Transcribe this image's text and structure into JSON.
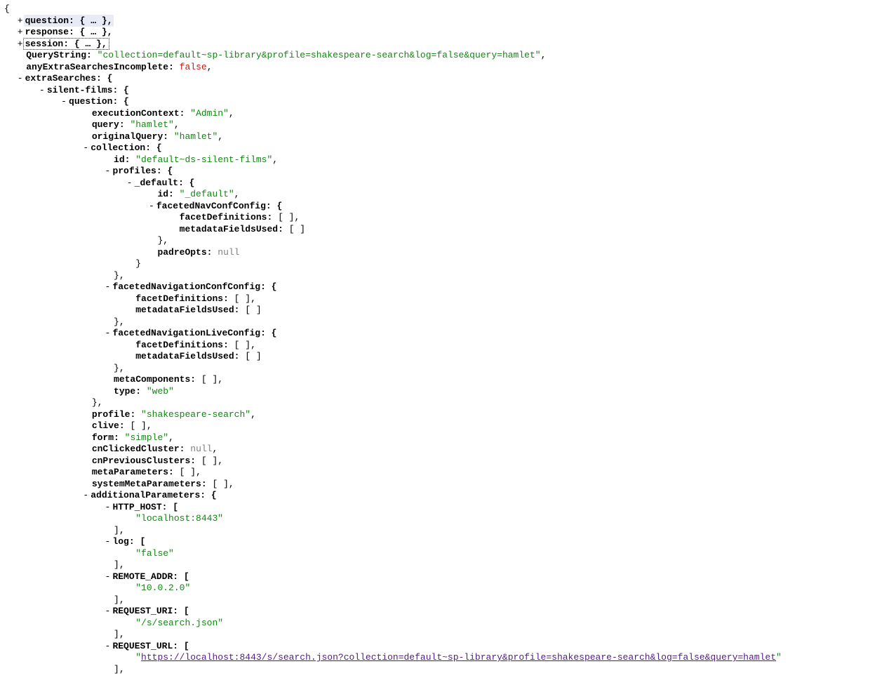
{
  "root": {
    "open": "{"
  },
  "collapsed": [
    {
      "toggle": "+",
      "key": "question",
      "value": "{ … },",
      "highlighted": true
    },
    {
      "toggle": "+",
      "key": "response",
      "value": "{ … },"
    },
    {
      "toggle": "+",
      "key": "session",
      "value": "{ … },",
      "focused": true
    }
  ],
  "top": {
    "QueryString": {
      "key": "QueryString",
      "value": "\"collection=default~sp-library&profile=shakespeare-search&log=false&query=hamlet\""
    },
    "anyExtraSearchesIncomplete": {
      "key": "anyExtraSearchesIncomplete",
      "value": "false"
    },
    "extraSearches": {
      "toggle": "-",
      "key": "extraSearches"
    }
  },
  "silentFilms": {
    "toggle": "-",
    "key": "silent-films",
    "question": {
      "toggle": "-",
      "key": "question",
      "executionContext": {
        "key": "executionContext",
        "value": "\"Admin\""
      },
      "query": {
        "key": "query",
        "value": "\"hamlet\""
      },
      "originalQuery": {
        "key": "originalQuery",
        "value": "\"hamlet\""
      },
      "collection": {
        "toggle": "-",
        "key": "collection",
        "id": {
          "key": "id",
          "value": "\"default~ds-silent-films\""
        },
        "profiles": {
          "toggle": "-",
          "key": "profiles",
          "_default": {
            "toggle": "-",
            "key": "_default",
            "id": {
              "key": "id",
              "value": "\"_default\""
            },
            "facetedNavConfConfig": {
              "toggle": "-",
              "key": "facetedNavConfConfig",
              "facetDefinitions": {
                "key": "facetDefinitions",
                "value": "[ ]"
              },
              "metadataFieldsUsed": {
                "key": "metadataFieldsUsed",
                "value": "[ ]"
              }
            },
            "padreOpts": {
              "key": "padreOpts",
              "value": "null"
            }
          }
        },
        "facetedNavigationConfConfig": {
          "toggle": "-",
          "key": "facetedNavigationConfConfig",
          "facetDefinitions": {
            "key": "facetDefinitions",
            "value": "[ ]"
          },
          "metadataFieldsUsed": {
            "key": "metadataFieldsUsed",
            "value": "[ ]"
          }
        },
        "facetedNavigationLiveConfig": {
          "toggle": "-",
          "key": "facetedNavigationLiveConfig",
          "facetDefinitions": {
            "key": "facetDefinitions",
            "value": "[ ]"
          },
          "metadataFieldsUsed": {
            "key": "metadataFieldsUsed",
            "value": "[ ]"
          }
        },
        "metaComponents": {
          "key": "metaComponents",
          "value": "[ ]"
        },
        "type": {
          "key": "type",
          "value": "\"web\""
        }
      },
      "profile": {
        "key": "profile",
        "value": "\"shakespeare-search\""
      },
      "clive": {
        "key": "clive",
        "value": "[ ]"
      },
      "form": {
        "key": "form",
        "value": "\"simple\""
      },
      "cnClickedCluster": {
        "key": "cnClickedCluster",
        "value": "null"
      },
      "cnPreviousClusters": {
        "key": "cnPreviousClusters",
        "value": "[ ]"
      },
      "metaParameters": {
        "key": "metaParameters",
        "value": "[ ]"
      },
      "systemMetaParameters": {
        "key": "systemMetaParameters",
        "value": "[ ]"
      },
      "additionalParameters": {
        "toggle": "-",
        "key": "additionalParameters",
        "HTTP_HOST": {
          "toggle": "-",
          "key": "HTTP_HOST",
          "value": "\"localhost:8443\""
        },
        "log": {
          "toggle": "-",
          "key": "log",
          "value": "\"false\""
        },
        "REMOTE_ADDR": {
          "toggle": "-",
          "key": "REMOTE_ADDR",
          "value": "\"10.0.2.0\""
        },
        "REQUEST_URI": {
          "toggle": "-",
          "key": "REQUEST_URI",
          "value": "\"/s/search.json\""
        },
        "REQUEST_URL": {
          "toggle": "-",
          "key": "REQUEST_URL",
          "link": "https://localhost:8443/s/search.json?collection=default~sp-library&profile=shakespeare-search&log=false&query=hamlet"
        }
      }
    }
  },
  "colors": {
    "string": "#118811",
    "boolean": "#c41a16",
    "null": "#808080",
    "link": "#551a8b",
    "highlight": "#e8eaf6"
  }
}
